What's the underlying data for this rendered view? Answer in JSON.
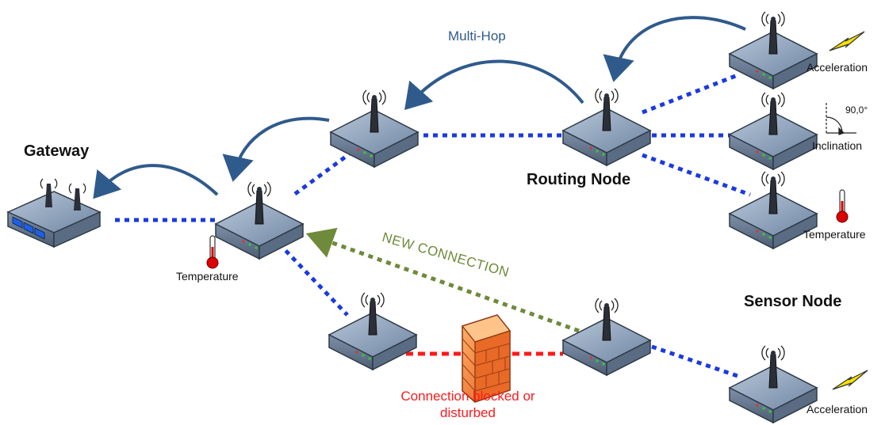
{
  "labels": {
    "gateway": "Gateway",
    "routing_node": "Routing Node",
    "sensor_node": "Sensor Node",
    "multi_hop": "Multi-Hop",
    "new_connection": "NEW CONNECTION",
    "blocked_line1": "Connection blocked or",
    "blocked_line2": "disturbed",
    "temperature_left": "Temperature",
    "temperature_right": "Temperature",
    "acceleration_top": "Acceleration",
    "acceleration_bottom": "Acceleration",
    "inclination": "Inclination",
    "angle": "90,0°"
  },
  "colors": {
    "link_dotted": "#1a3adf",
    "blocked_link": "#ff1a1a",
    "new_connection": "#6e8a3a",
    "hop_arrow": "#2f5a8c",
    "node_top": "#8ea3bd",
    "node_side": "#5d6f86"
  },
  "icons": {
    "router": "router-node-icon",
    "gateway": "gateway-router-icon",
    "firewall": "firewall-icon",
    "thermometer": "thermometer-icon",
    "lightning": "lightning-icon",
    "inclination": "inclination-angle-icon"
  }
}
